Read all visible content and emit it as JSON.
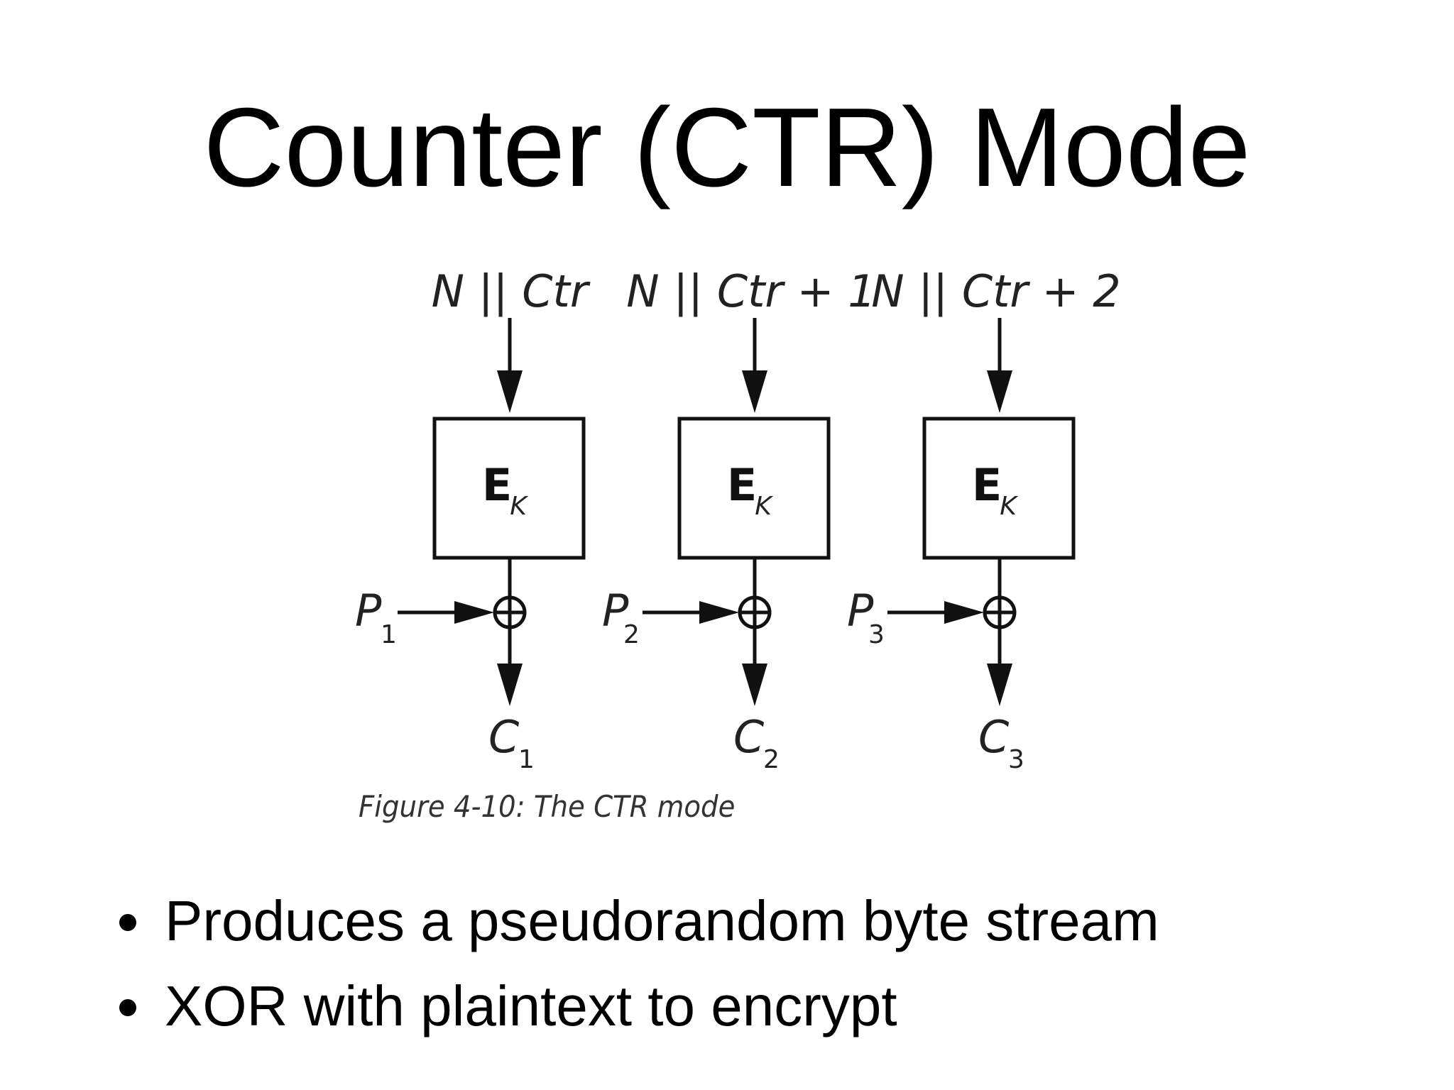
{
  "slide": {
    "title": "Counter (CTR) Mode",
    "caption": "Figure 4-10: The CTR mode",
    "bullets": [
      "Produces a pseudorandom byte stream",
      "XOR with plaintext to encrypt"
    ]
  },
  "diagram": {
    "stages": [
      {
        "counter_label": "N || Ctr",
        "cipher_label": "E",
        "cipher_sub": "K",
        "plaintext_label": "P",
        "plaintext_sub": "1",
        "ciphertext_label": "C",
        "ciphertext_sub": "1"
      },
      {
        "counter_label": "N || Ctr + 1",
        "cipher_label": "E",
        "cipher_sub": "K",
        "plaintext_label": "P",
        "plaintext_sub": "2",
        "ciphertext_label": "C",
        "ciphertext_sub": "2"
      },
      {
        "counter_label": "N || Ctr + 2",
        "cipher_label": "E",
        "cipher_sub": "K",
        "plaintext_label": "P",
        "plaintext_sub": "3",
        "ciphertext_label": "C",
        "ciphertext_sub": "3"
      }
    ],
    "xor_icon": "xor-circle-plus-icon",
    "arrow_icon": "arrow-icon"
  }
}
